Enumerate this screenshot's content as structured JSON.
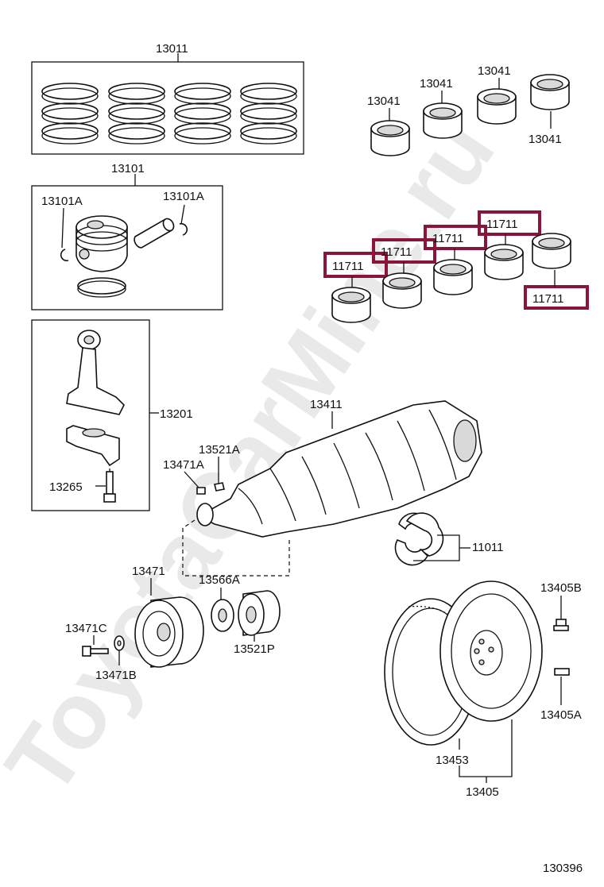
{
  "watermark": "ToyotaCarMine.ru",
  "diagram_id": "130396",
  "labels": {
    "rings_set": "13011",
    "piston_set": "13101",
    "piston_snap_left": "13101A",
    "piston_snap_right": "13101A",
    "conrod_assy": "13201",
    "conrod_bolt": "13265",
    "conrod_bearing_a": "13041",
    "conrod_bearing_b": "13041",
    "conrod_bearing_c": "13041",
    "conrod_bearing_d": "13041",
    "main_bearing_1": "11711",
    "main_bearing_2": "11711",
    "main_bearing_3": "11711",
    "main_bearing_4": "11711",
    "main_bearing_5": "11711",
    "crankshaft": "13411",
    "key_a": "13521A",
    "key_b": "13471A",
    "thrust_washer": "11011",
    "pulley": "13471",
    "pulley_bolt": "13471C",
    "pulley_washer": "13471B",
    "gear_spacer": "13566A",
    "timing_gear": "13521P",
    "flywheel_bolt": "13405B",
    "flywheel_pin": "13405A",
    "ring_gear": "13453",
    "flywheel": "13405"
  },
  "highlight_color": "#8a1538"
}
